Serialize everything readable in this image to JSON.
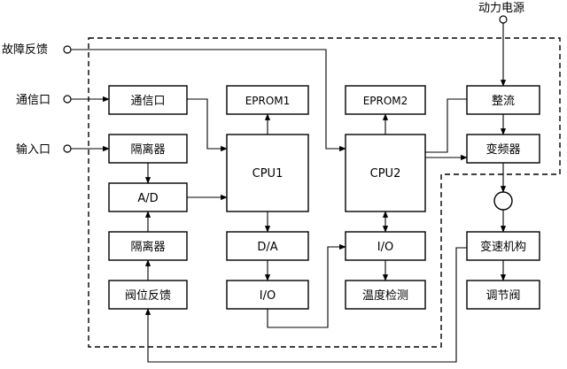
{
  "diagram": {
    "external": {
      "power_source": "动力电源",
      "fault_feedback": "故障反馈",
      "comm_port": "通信口",
      "input_port": "输入口"
    },
    "blocks": {
      "comm_port": "通信口",
      "isolator_1": "隔离器",
      "ad": "A/D",
      "isolator_2": "隔离器",
      "valve_feedback": "阀位反馈",
      "eprom1": "EPROM1",
      "cpu1": "CPU1",
      "da": "D/A",
      "io_1": "I/O",
      "eprom2": "EPROM2",
      "cpu2": "CPU2",
      "io_2": "I/O",
      "temp_detect": "温度检测",
      "rectifier": "整流",
      "inverter": "变频器",
      "speed_mech": "变速机构",
      "regulating_valve": "调节阀"
    }
  }
}
